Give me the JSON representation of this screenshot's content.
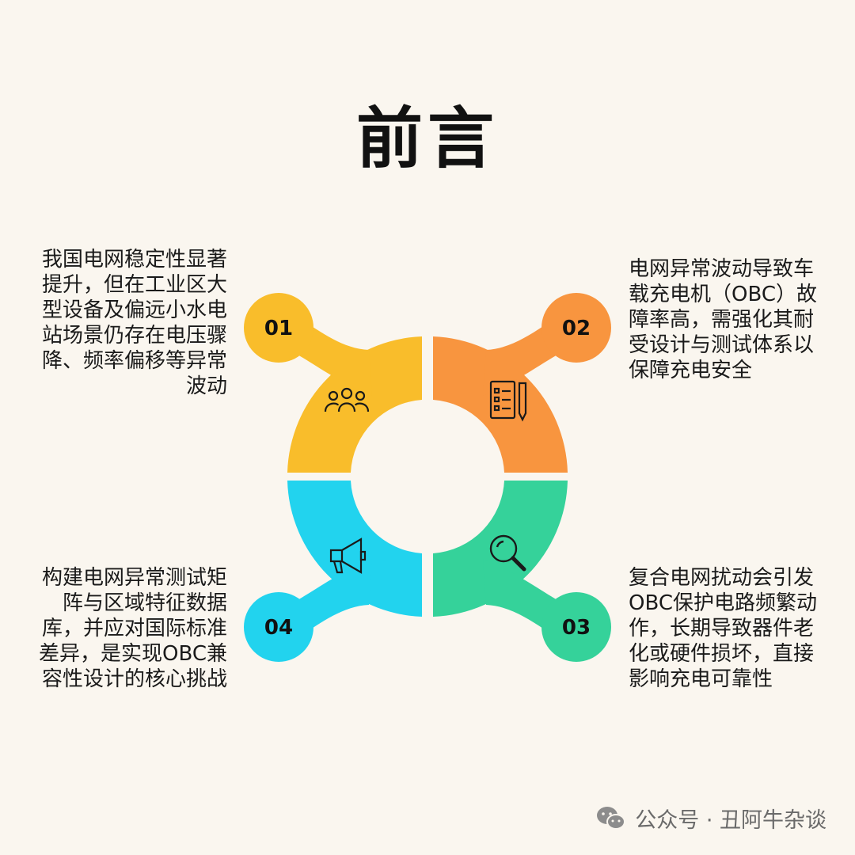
{
  "title": "前言",
  "items": [
    {
      "num": "01",
      "icon": "people-icon",
      "color": "#f9bd2b",
      "text": "我国电网稳定性显著提升，但在工业区大型设备及偏远小水电站场景仍存在电压骤降、频率偏移等异常波动"
    },
    {
      "num": "02",
      "icon": "checklist-pencil-icon",
      "color": "#f8953f",
      "text": "电网异常波动导致车载充电机（OBC）故障率高，需强化其耐受设计与测试体系以保障充电安全"
    },
    {
      "num": "03",
      "icon": "magnifier-icon",
      "color": "#35d29a",
      "text": "复合电网扰动会引发OBC保护电路频繁动作，长期导致器件老化或硬件损坏，直接影响充电可靠性"
    },
    {
      "num": "04",
      "icon": "megaphone-icon",
      "color": "#22d3ee",
      "text": "构建电网异常测试矩阵与区域特征数据库，并应对国际标准差异，是实现OBC兼容性设计的核心挑战"
    }
  ],
  "footer": {
    "source": "公众号 · 丑阿牛杂谈",
    "icon": "wechat-icon"
  }
}
